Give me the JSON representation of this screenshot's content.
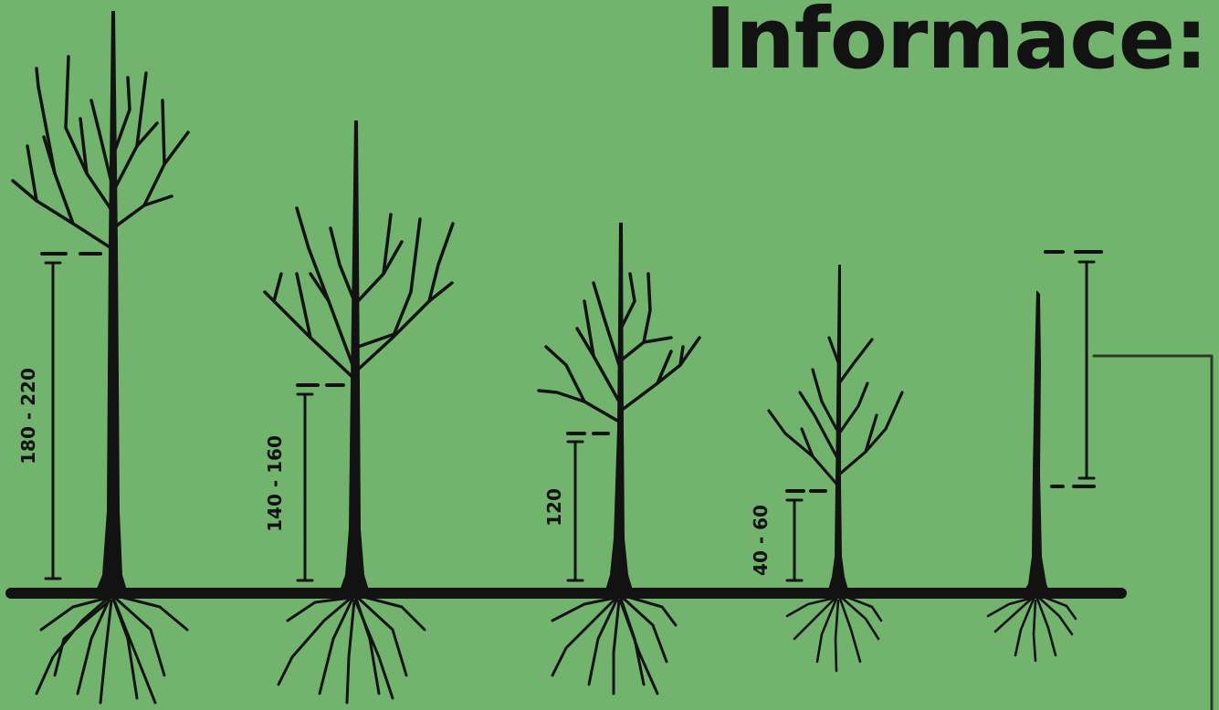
{
  "title": "Informace:",
  "colors": {
    "background": "#72b46e",
    "ink": "#121212"
  },
  "trees": [
    {
      "id": "tree-1",
      "height_label": "180 - 220"
    },
    {
      "id": "tree-2",
      "height_label": "140 - 160"
    },
    {
      "id": "tree-3",
      "height_label": "120"
    },
    {
      "id": "tree-4",
      "height_label": "40 - 60"
    },
    {
      "id": "tree-5",
      "height_label": ""
    }
  ]
}
